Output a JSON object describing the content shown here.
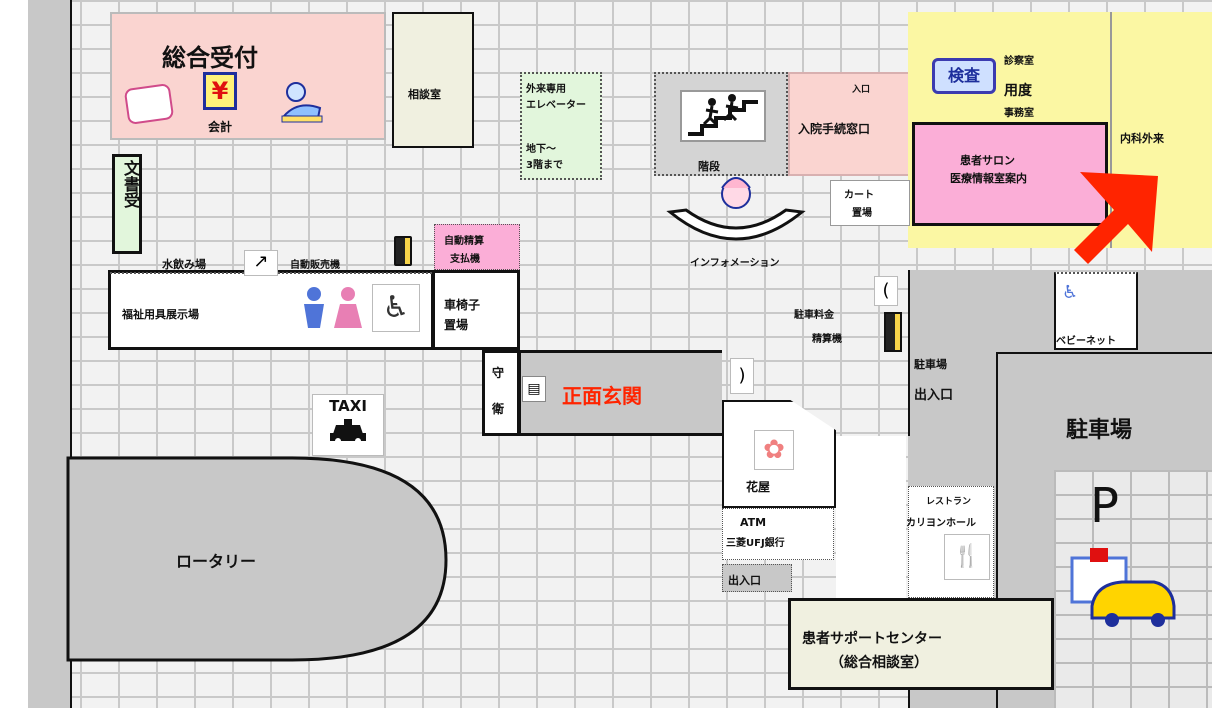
{
  "map": {
    "reception": {
      "title": "総合受付",
      "payment": "会計",
      "yen_symbol": "¥"
    },
    "documents": "文書受",
    "room_top": "相談室",
    "elevator": {
      "line1": "外来専用",
      "line2": "エレベーター",
      "line3": "地下～",
      "line4": "3階まで"
    },
    "stairs": "階段",
    "admission": {
      "small": "入口",
      "title": "入院手続窓口"
    },
    "top_right": {
      "label1": "診察室",
      "label2": "用度",
      "label3": "事務室",
      "side": "内科外来",
      "badge": "検査"
    },
    "patient_salon": {
      "line1": "患者サロン",
      "line2": "医療情報室案内"
    },
    "cart": {
      "line1": "カート",
      "line2": "置場"
    },
    "information": "インフォメーション",
    "water_fountain": "水飲み場",
    "public_phone": "自動販売機",
    "medical_fee": {
      "line1": "自動精算",
      "line2": "支払機"
    },
    "welfare": "福祉用具展示場",
    "wheelchair": {
      "line1": "車椅子",
      "line2": "置場"
    },
    "cashier_area": {
      "line1": "駐車料金",
      "line2": "精算機"
    },
    "baby": "ベビーネット",
    "parking_entrance": {
      "line1": "駐車場",
      "line2": "出入口"
    },
    "parking": "駐車場",
    "parking_symbol": "P",
    "entrance": "正面玄関",
    "guard": {
      "line1": "守",
      "line2": "衛"
    },
    "taxi": "TAXI",
    "rotary": "ロータリー",
    "florist": "花屋",
    "atm": {
      "line1": "ATM",
      "line2": "三菱UFJ銀行"
    },
    "exit_small": "出入口",
    "restaurant": {
      "line1": "レストラン",
      "line2": "カリヨンホール"
    },
    "support_center": {
      "line1": "患者サポートセンター",
      "line2": "（総合相談室）"
    },
    "colors": {
      "pink": "#fad4d0",
      "green": "#e2f6dc",
      "yellow": "#fbf7a3",
      "magenta": "#fbaed7",
      "grey": "#c8c8c8",
      "beige": "#f0f0e0",
      "arrow": "#ff2400",
      "entrance_text": "#ff2400"
    }
  }
}
